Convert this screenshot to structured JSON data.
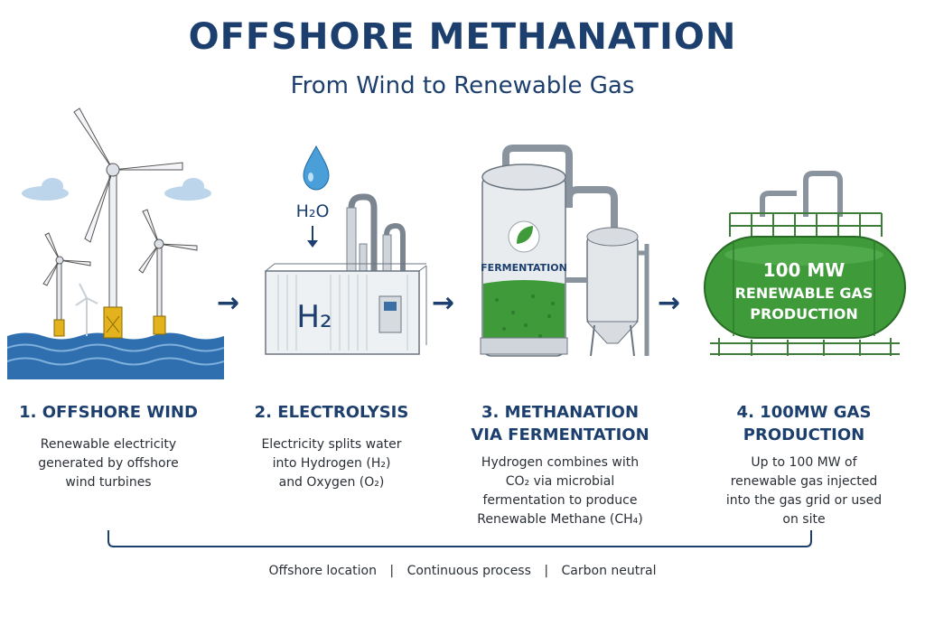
{
  "header": {
    "title": "OFFSHORE METHANATION",
    "subtitle": "From Wind to Renewable Gas"
  },
  "icons": {
    "arrow": "→"
  },
  "illustrations": {
    "electrolysis_input": "H₂O",
    "container_label": "H₂",
    "fermenter_label": "FERMENTATION",
    "tank_line1": "100 MW",
    "tank_line2": "RENEWABLE GAS",
    "tank_line3": "PRODUCTION"
  },
  "steps": [
    {
      "title_line1": "1. OFFSHORE WIND",
      "title_line2": "",
      "desc": [
        "Renewable electricity",
        "generated by offshore",
        "wind turbines"
      ]
    },
    {
      "title_line1": "2. ELECTROLYSIS",
      "title_line2": "",
      "desc": [
        "Electricity splits water",
        "into Hydrogen (H₂)",
        "and Oxygen (O₂)"
      ]
    },
    {
      "title_line1": "3. METHANATION",
      "title_line2": "VIA FERMENTATION",
      "desc": [
        "Hydrogen combines with",
        "CO₂ via microbial",
        "fermentation to produce",
        "Renewable Methane (CH₄)"
      ]
    },
    {
      "title_line1": "4. 100MW GAS",
      "title_line2": "PRODUCTION",
      "desc": [
        "Up to 100 MW of",
        "renewable gas injected",
        "into the gas grid or used",
        "on site"
      ]
    }
  ],
  "footer": {
    "items": [
      "Offshore location",
      "Continuous process",
      "Carbon neutral"
    ],
    "separator": "|"
  },
  "colors": {
    "navy": "#1c3f6e",
    "green": "#3f9a3a",
    "sea": "#2f6fb0",
    "steel": "#b8c0c8"
  }
}
